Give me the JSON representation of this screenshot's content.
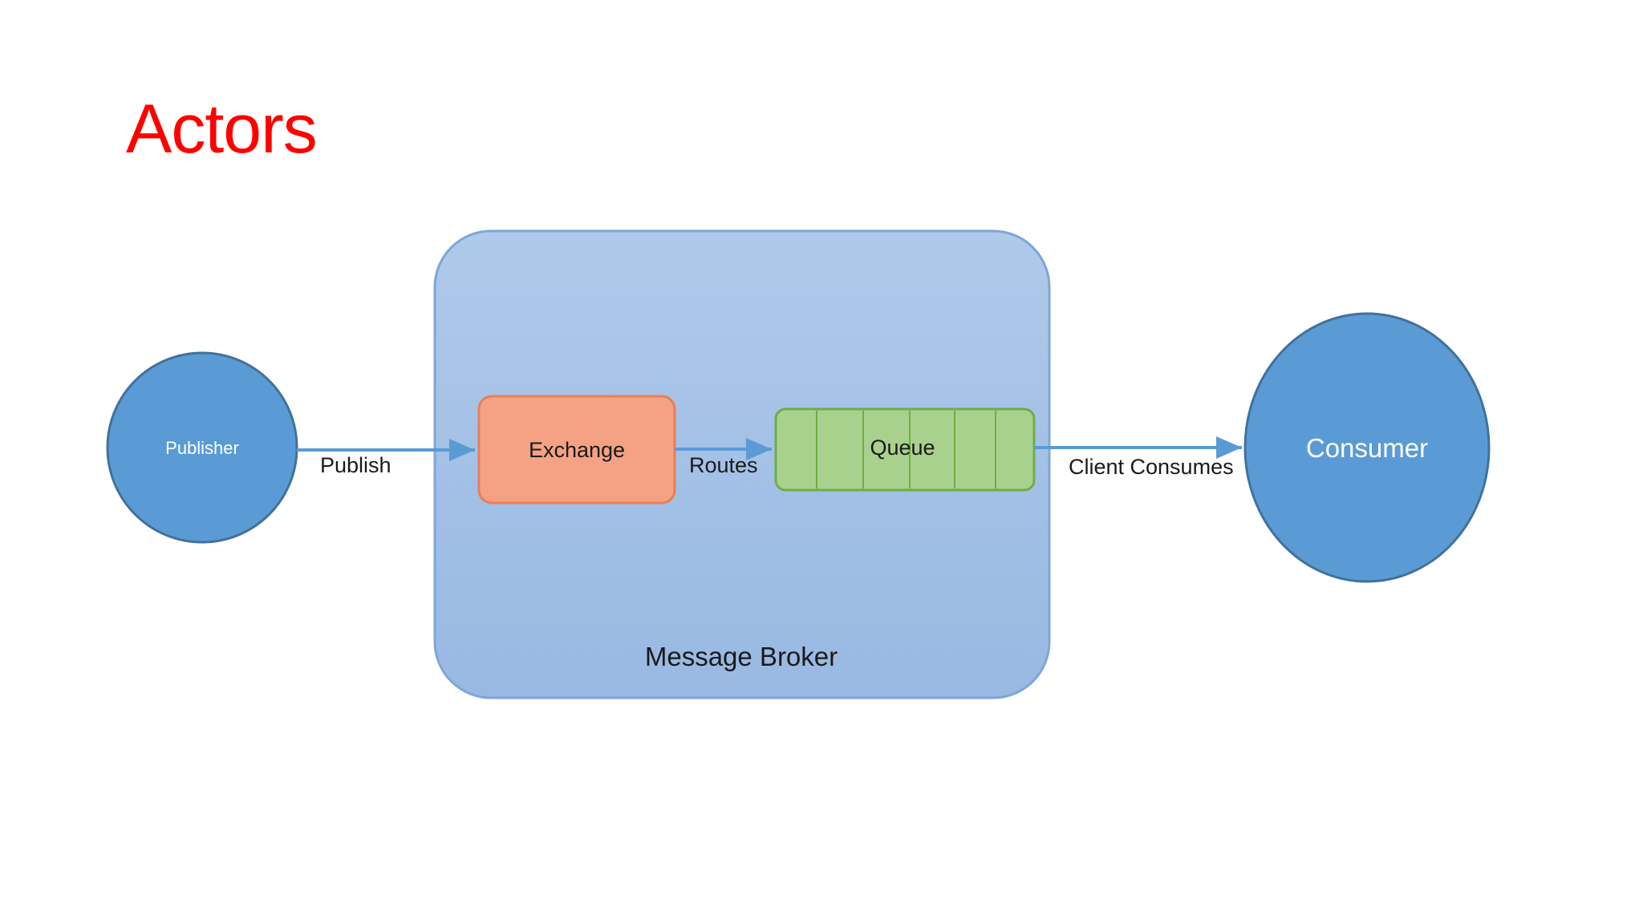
{
  "slide": {
    "title": "Actors",
    "title_color": "#ff0000"
  },
  "diagram": {
    "publisher": {
      "label": "Publisher"
    },
    "consumer": {
      "label": "Consumer"
    },
    "broker": {
      "label": "Message Broker"
    },
    "exchange": {
      "label": "Exchange"
    },
    "queue": {
      "label": "Queue"
    },
    "edges": {
      "publish": "Publish",
      "routes": "Routes",
      "consumes": "Client Consumes"
    },
    "colors": {
      "actor_fill": "#5b9bd5",
      "actor_stroke": "#41719c",
      "broker_fill": "#a4c2e8",
      "broker_stroke": "#7ea6d8",
      "exchange_fill": "#f4a283",
      "exchange_stroke": "#ed7d57",
      "queue_fill": "#a9d18e",
      "queue_stroke": "#70ad47",
      "arrow": "#5b9bd5"
    }
  }
}
